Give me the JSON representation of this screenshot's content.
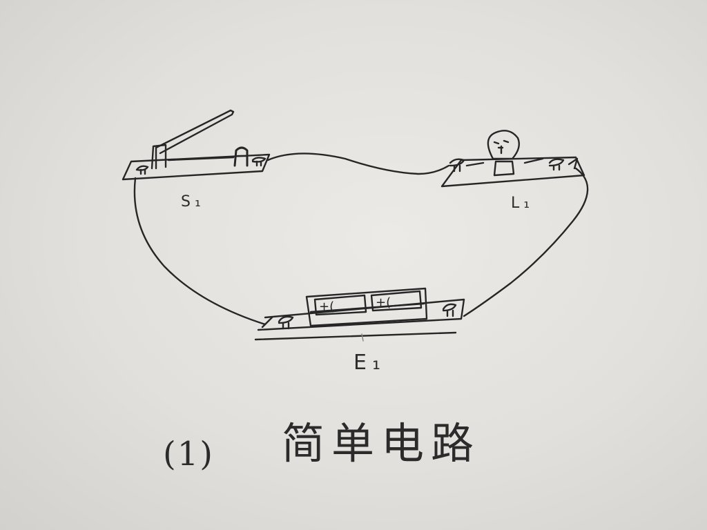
{
  "diagram": {
    "labels": {
      "switch": "S₁",
      "lamp": "L₁",
      "battery": "E₁",
      "figure_number": "(1)",
      "title": "简单电路"
    },
    "battery_cell_marks": [
      "+(",
      "+("
    ]
  }
}
